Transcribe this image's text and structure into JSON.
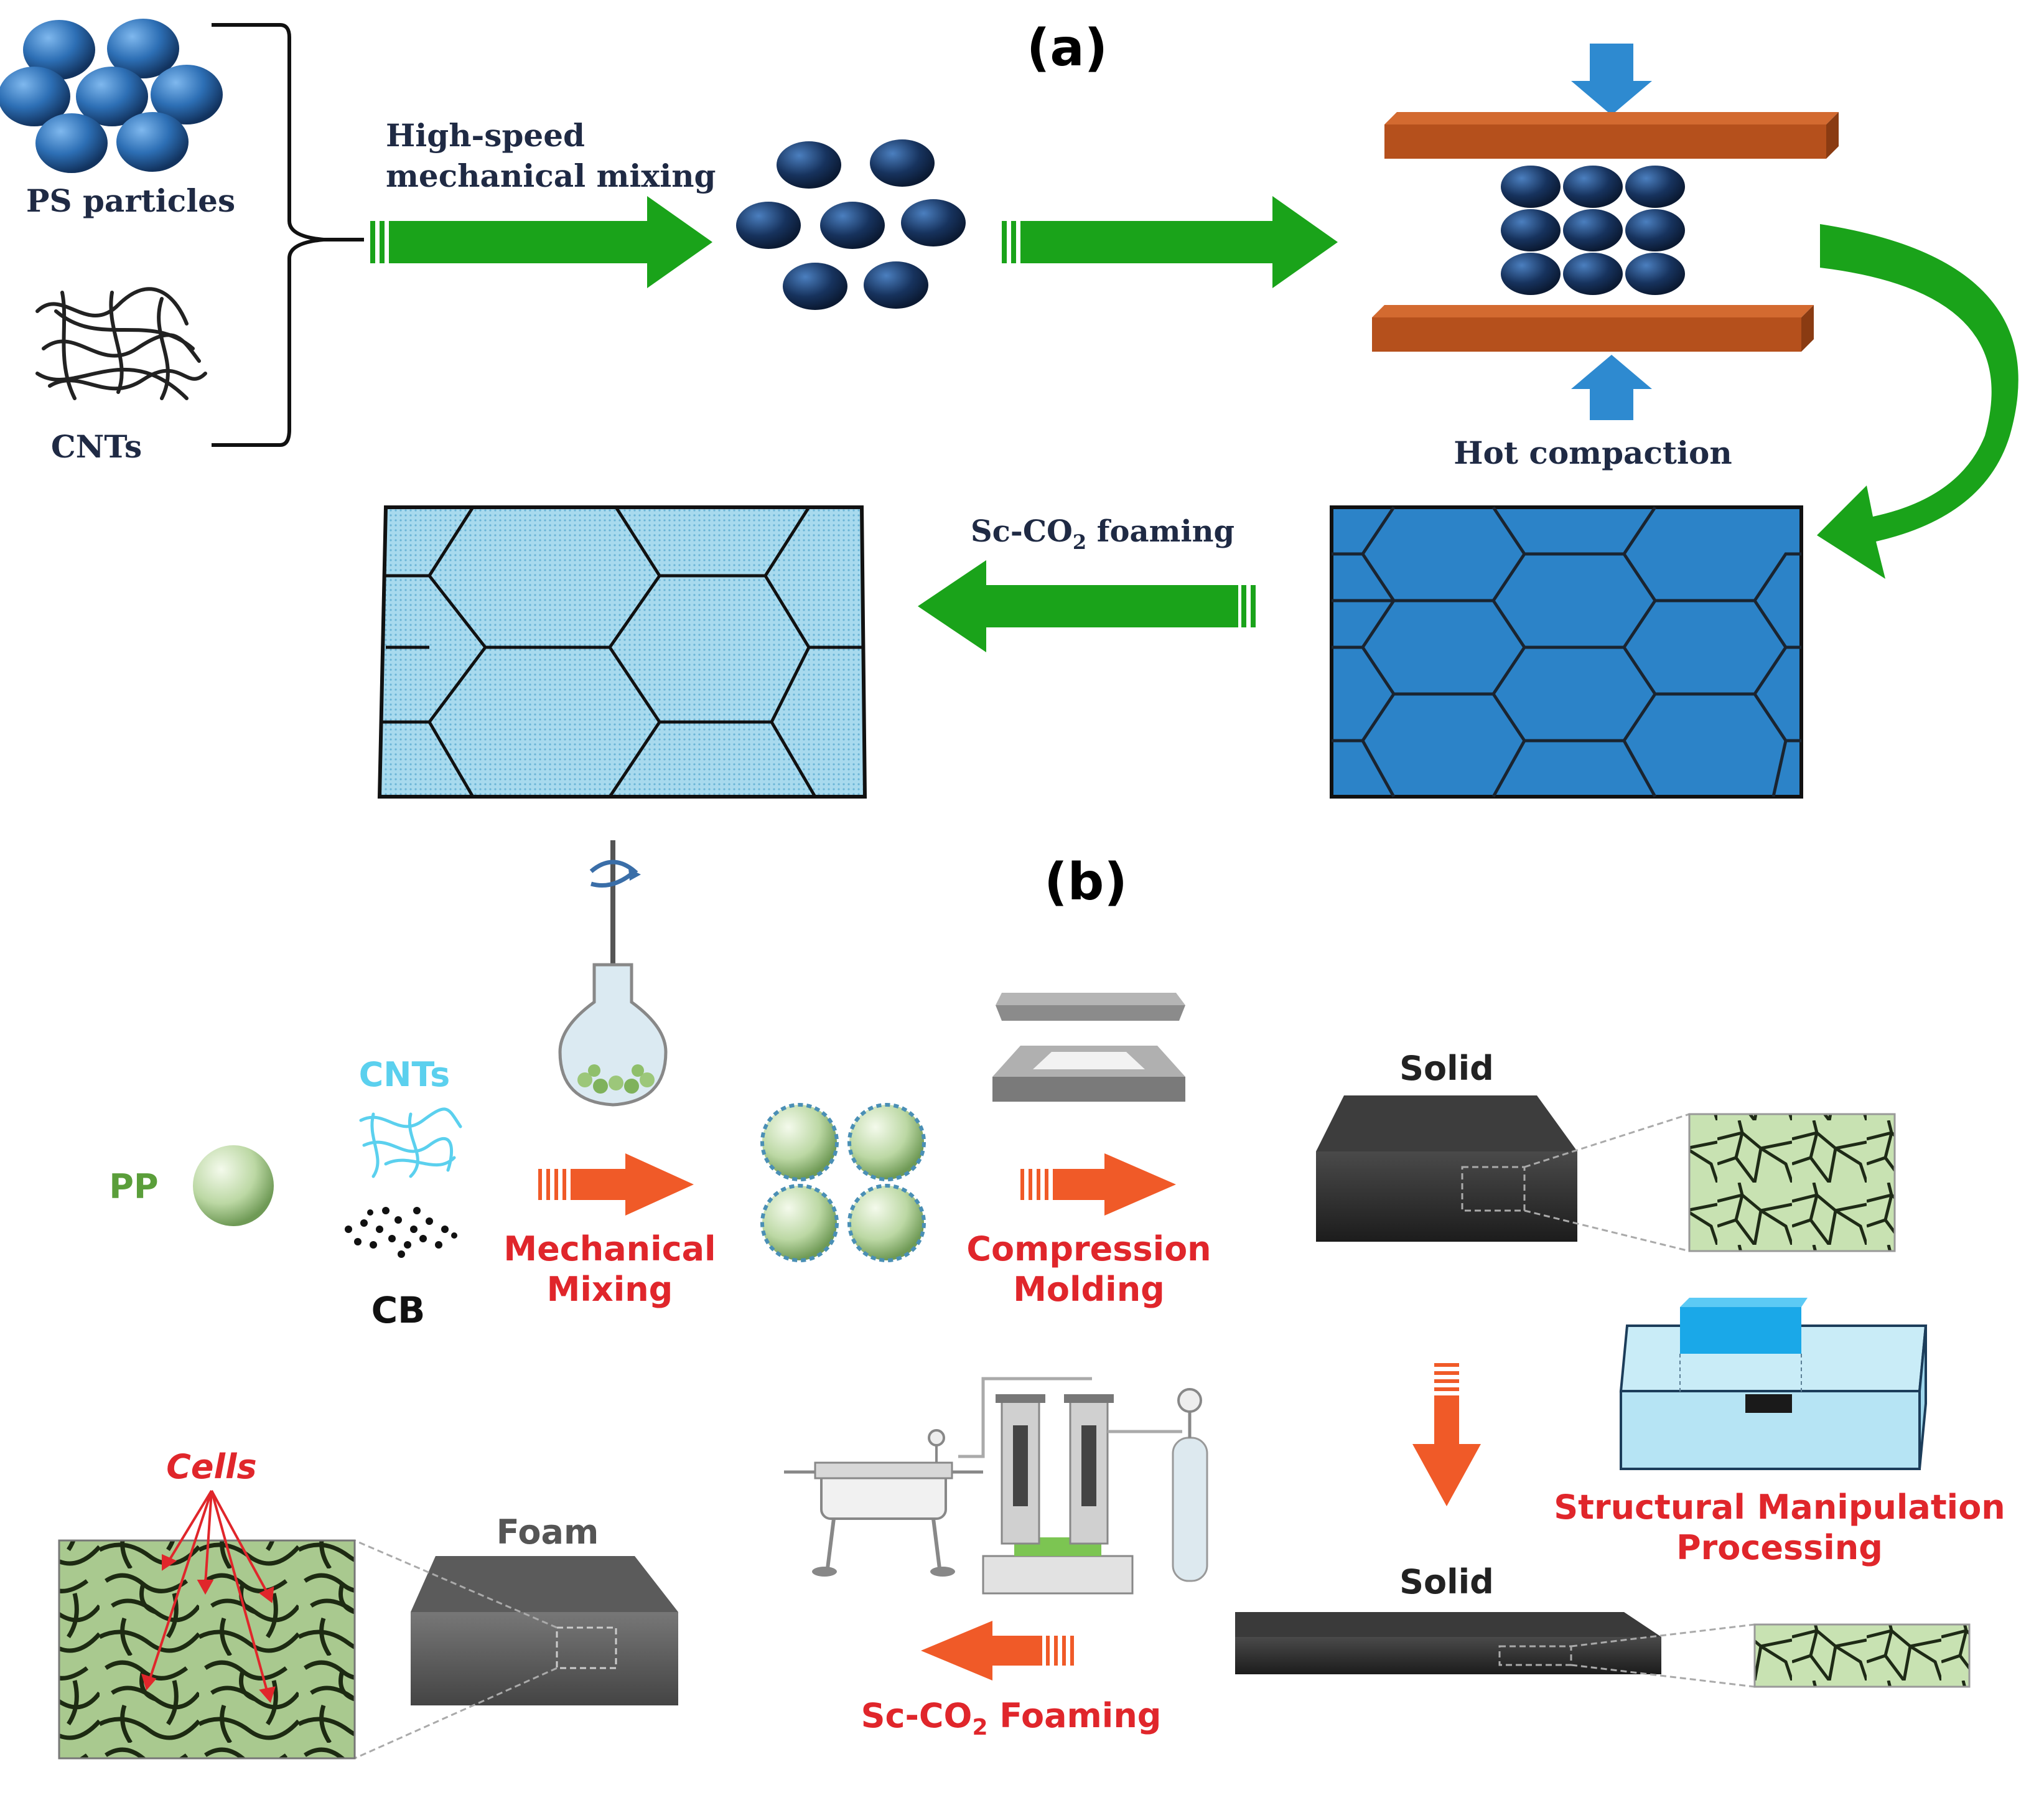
{
  "panel_a": {
    "label": "(a)",
    "ps_label": "PS particles",
    "cnts_label": "CNTs",
    "mixing_line1": "High-speed",
    "mixing_line2": "mechanical mixing",
    "hot_compaction": "Hot compaction",
    "foaming_prefix": "Sc-CO",
    "foaming_sub": "2",
    "foaming_suffix": " foaming"
  },
  "panel_b": {
    "label": "(b)",
    "pp_label": "PP",
    "cnts_label": "CNTs",
    "cb_label": "CB",
    "mixing_line1": "Mechanical",
    "mixing_line2": "Mixing",
    "molding_line1": "Compression",
    "molding_line2": "Molding",
    "solid_top": "Solid",
    "solid_bottom": "Solid",
    "structural_line1": "Structural Manipulation",
    "structural_line2": "Processing",
    "foam_label": "Foam",
    "cells_label": "Cells",
    "foaming_prefix": "Sc-CO",
    "foaming_sub": "2",
    "foaming_suffix": " Foaming"
  },
  "colors": {
    "green_arrow": "#1aa31a",
    "blue_particle": "#2d7cc7",
    "orange_arrow": "#f05a28",
    "red_text": "#e0262b",
    "pp_green": "#5a9e3a",
    "cnt_cyan": "#5bd0ee",
    "plate_brown": "#b5501c",
    "blue_cell": "#2c83c8",
    "light_cell": "#9fd4ea",
    "navy_text": "#1f2a44",
    "micro_green": "#bcd9a6"
  }
}
